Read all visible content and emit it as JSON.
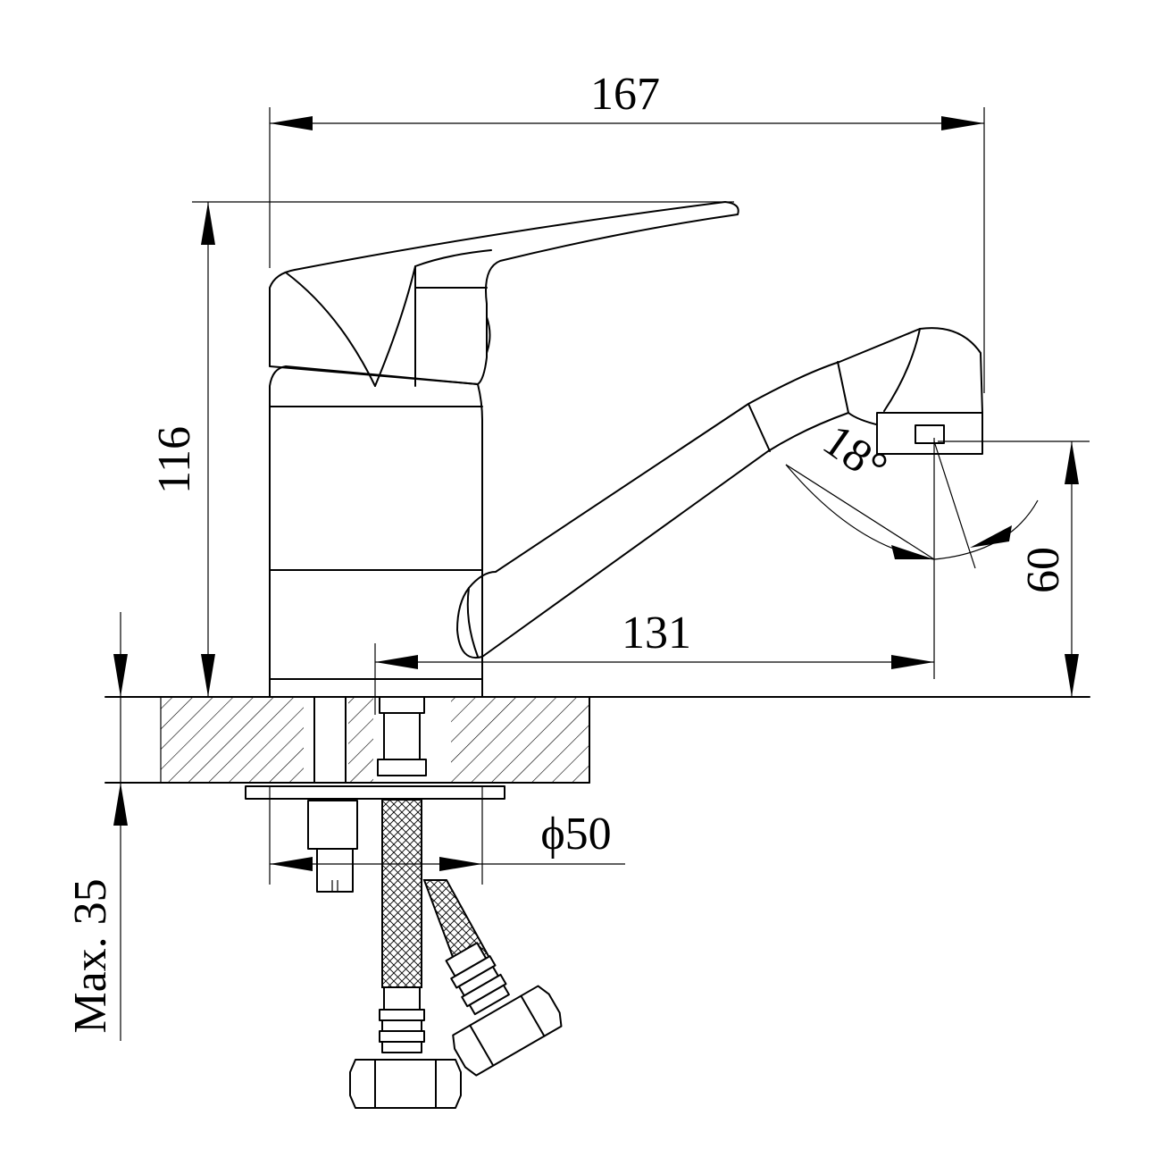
{
  "diagram": {
    "dimensions": {
      "overall_length": "167",
      "height": "116",
      "spout_reach": "131",
      "spout_height": "60",
      "swivel_angle": "18°",
      "base_diameter": "ϕ50",
      "max_countertop": "Max. 35"
    },
    "colors": {
      "line": "#000000",
      "background": "#ffffff"
    }
  }
}
